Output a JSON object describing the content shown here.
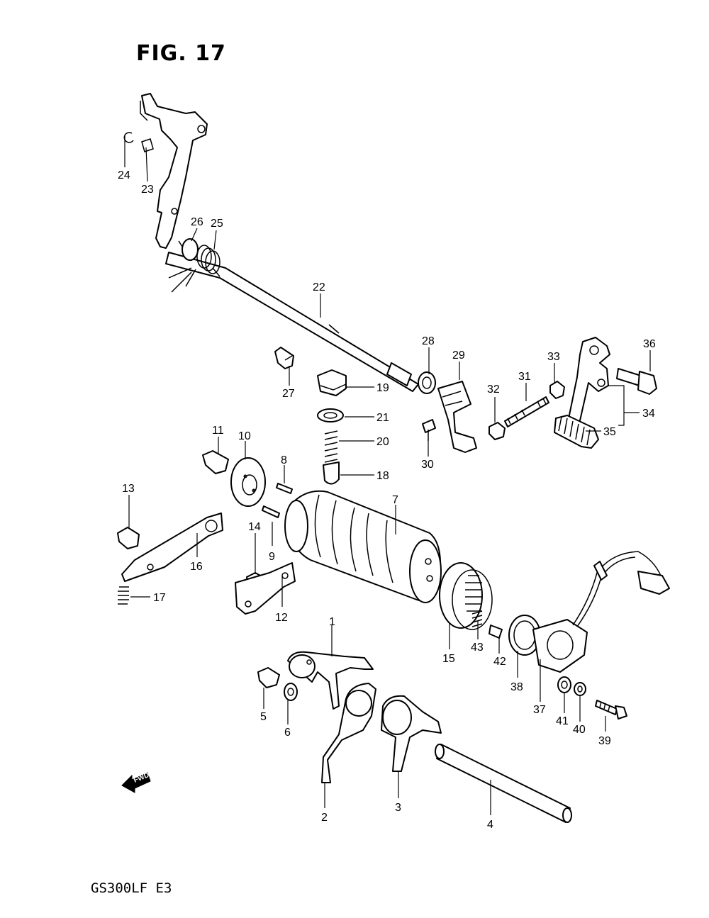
{
  "figure_title": "FIG. 17",
  "model_code": "GS300LF E3",
  "fwd_label": "FWD",
  "part_labels": {
    "p1": "1",
    "p2": "2",
    "p3": "3",
    "p4": "4",
    "p5": "5",
    "p6": "6",
    "p7": "7",
    "p8": "8",
    "p9": "9",
    "p10": "10",
    "p11": "11",
    "p12": "12",
    "p13": "13",
    "p14": "14",
    "p15": "15",
    "p16": "16",
    "p17": "17",
    "p18": "18",
    "p19": "19",
    "p20": "20",
    "p21": "21",
    "p22": "22",
    "p23": "23",
    "p24": "24",
    "p25": "25",
    "p26": "26",
    "p27": "27",
    "p28": "28",
    "p29": "29",
    "p30": "30",
    "p31": "31",
    "p32": "32",
    "p33": "33",
    "p34": "34",
    "p35": "35",
    "p36": "36",
    "p37": "37",
    "p38": "38",
    "p39": "39",
    "p40": "40",
    "p41": "41",
    "p42": "42",
    "p43": "43"
  }
}
